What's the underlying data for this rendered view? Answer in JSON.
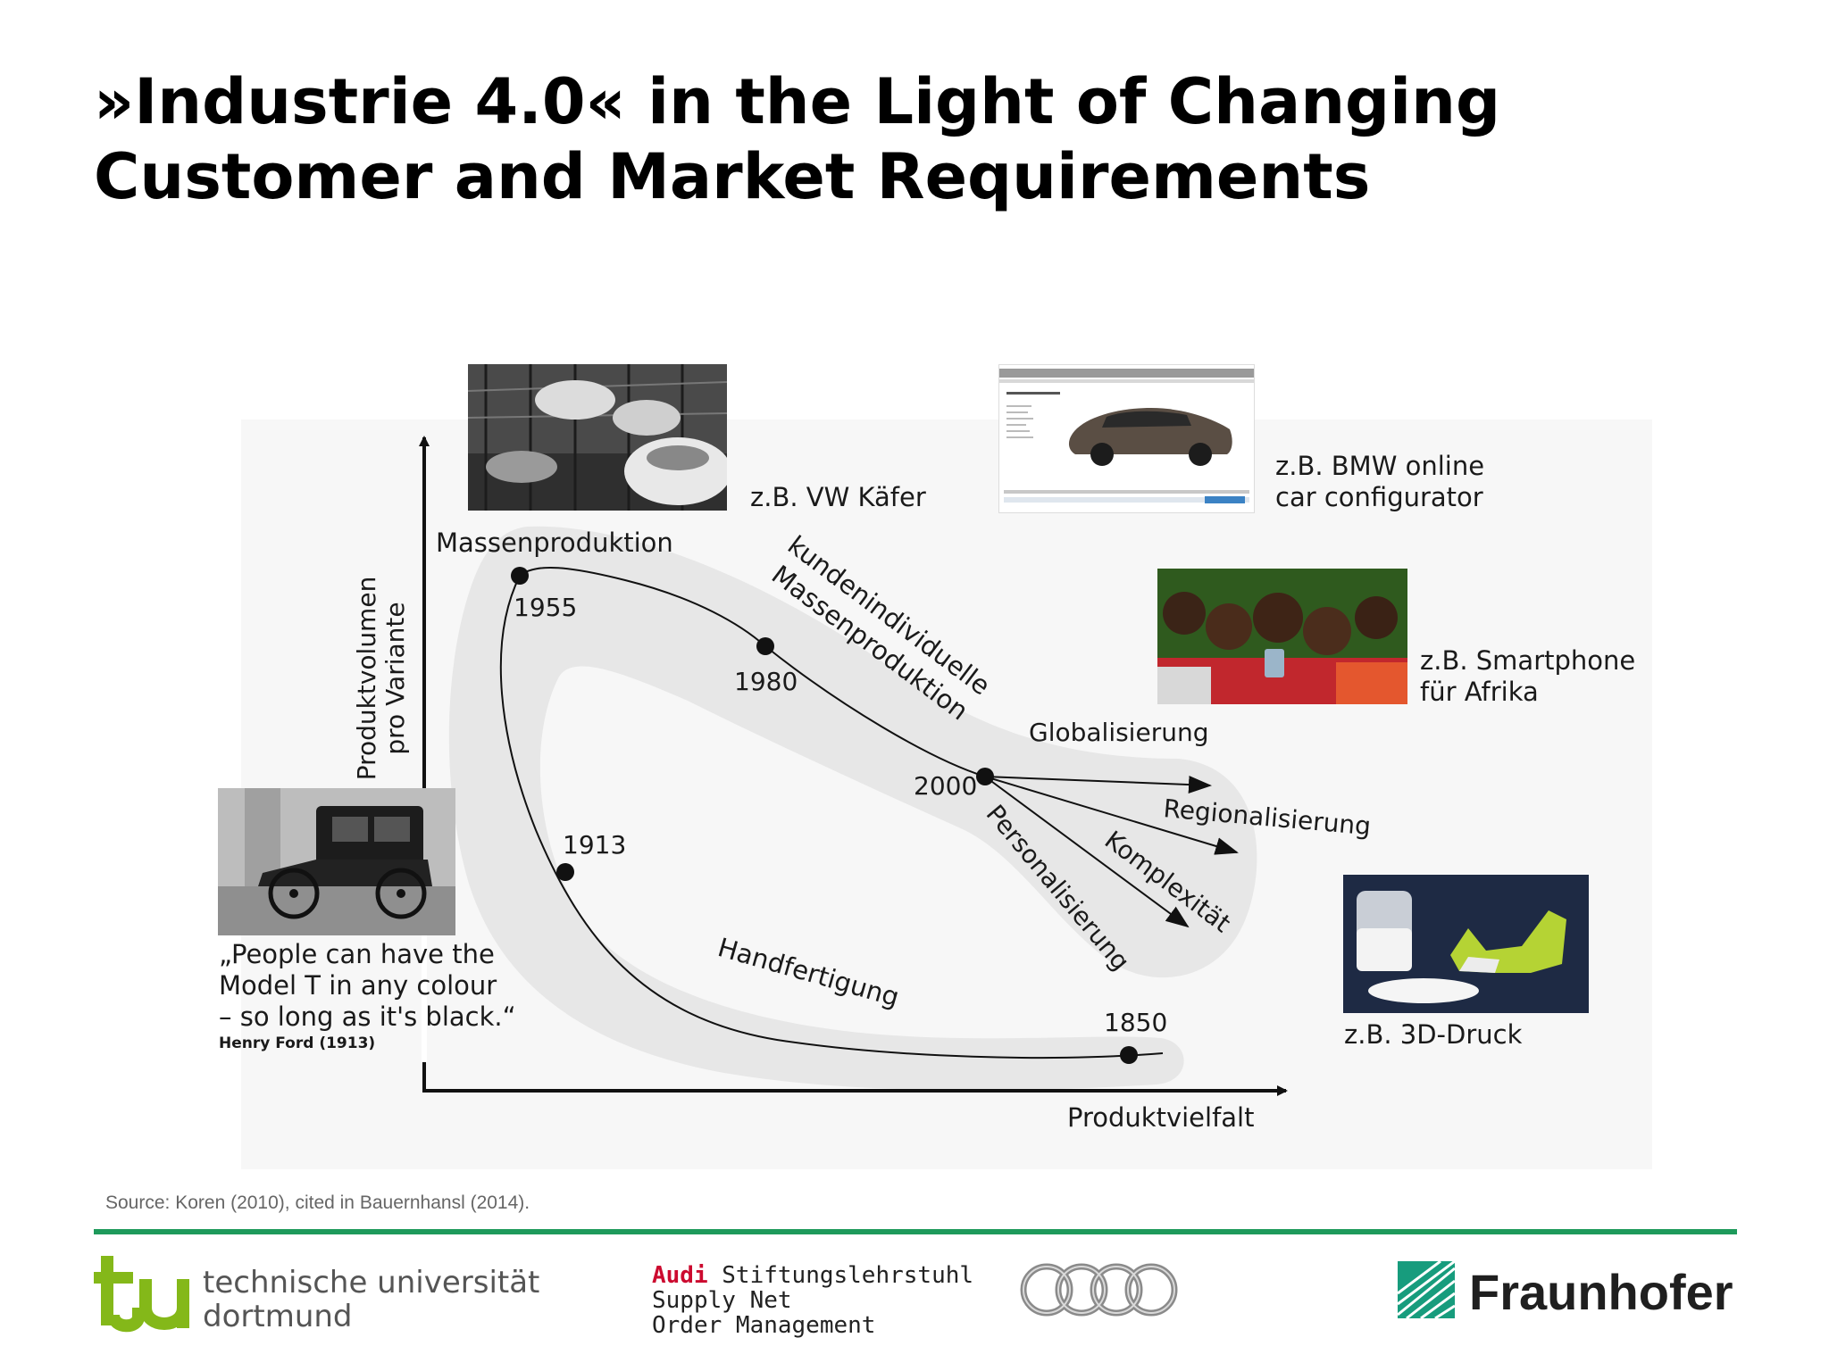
{
  "slide": {
    "title": "»Industrie 4.0« in the Light of Changing Customer and Market Requirements"
  },
  "diagram": {
    "y_axis_label_line1": "Produktvolumen",
    "y_axis_label_line2": "pro Variante",
    "x_axis_label": "Produktvielfalt",
    "stages": {
      "mass_production": "Massenproduktion",
      "mass_customization_line1": "kundenindividuelle",
      "mass_customization_line2": "Massenproduktion",
      "craft_production": "Handfertigung"
    },
    "years": [
      "1850",
      "1913",
      "1955",
      "1980",
      "2000"
    ],
    "trends": [
      "Globalisierung",
      "Regionalisierung",
      "Komplexität",
      "Personalisierung"
    ],
    "examples": {
      "vw": "z.B. VW Käfer",
      "bmw_line1": "z.B. BMW online",
      "bmw_line2": "car configurator",
      "smartphone_line1": "z.B. Smartphone",
      "smartphone_line2": "für Afrika",
      "print3d": "z.B. 3D-Druck"
    },
    "quote": {
      "line1": "„People can have the",
      "line2": "Model T in any colour",
      "line3": "– so long as it's black.“",
      "author": "Henry Ford (1913)"
    }
  },
  "footer": {
    "source": "Source: Koren (2010), cited in Bauernhansl (2014).",
    "tu_line1": "technische universität",
    "tu_line2": "dortmund",
    "audi_brand": "Audi",
    "audi_line1_rest": " Stiftungslehrstuhl",
    "audi_line2": "Supply Net",
    "audi_line3": "Order Management",
    "fraunhofer": "Fraunhofer"
  },
  "colors": {
    "accent_rule": "#1e9a5b",
    "tu_green": "#84b819",
    "audi_red": "#cc0a2f",
    "fraunhofer_green": "#179c7d"
  }
}
